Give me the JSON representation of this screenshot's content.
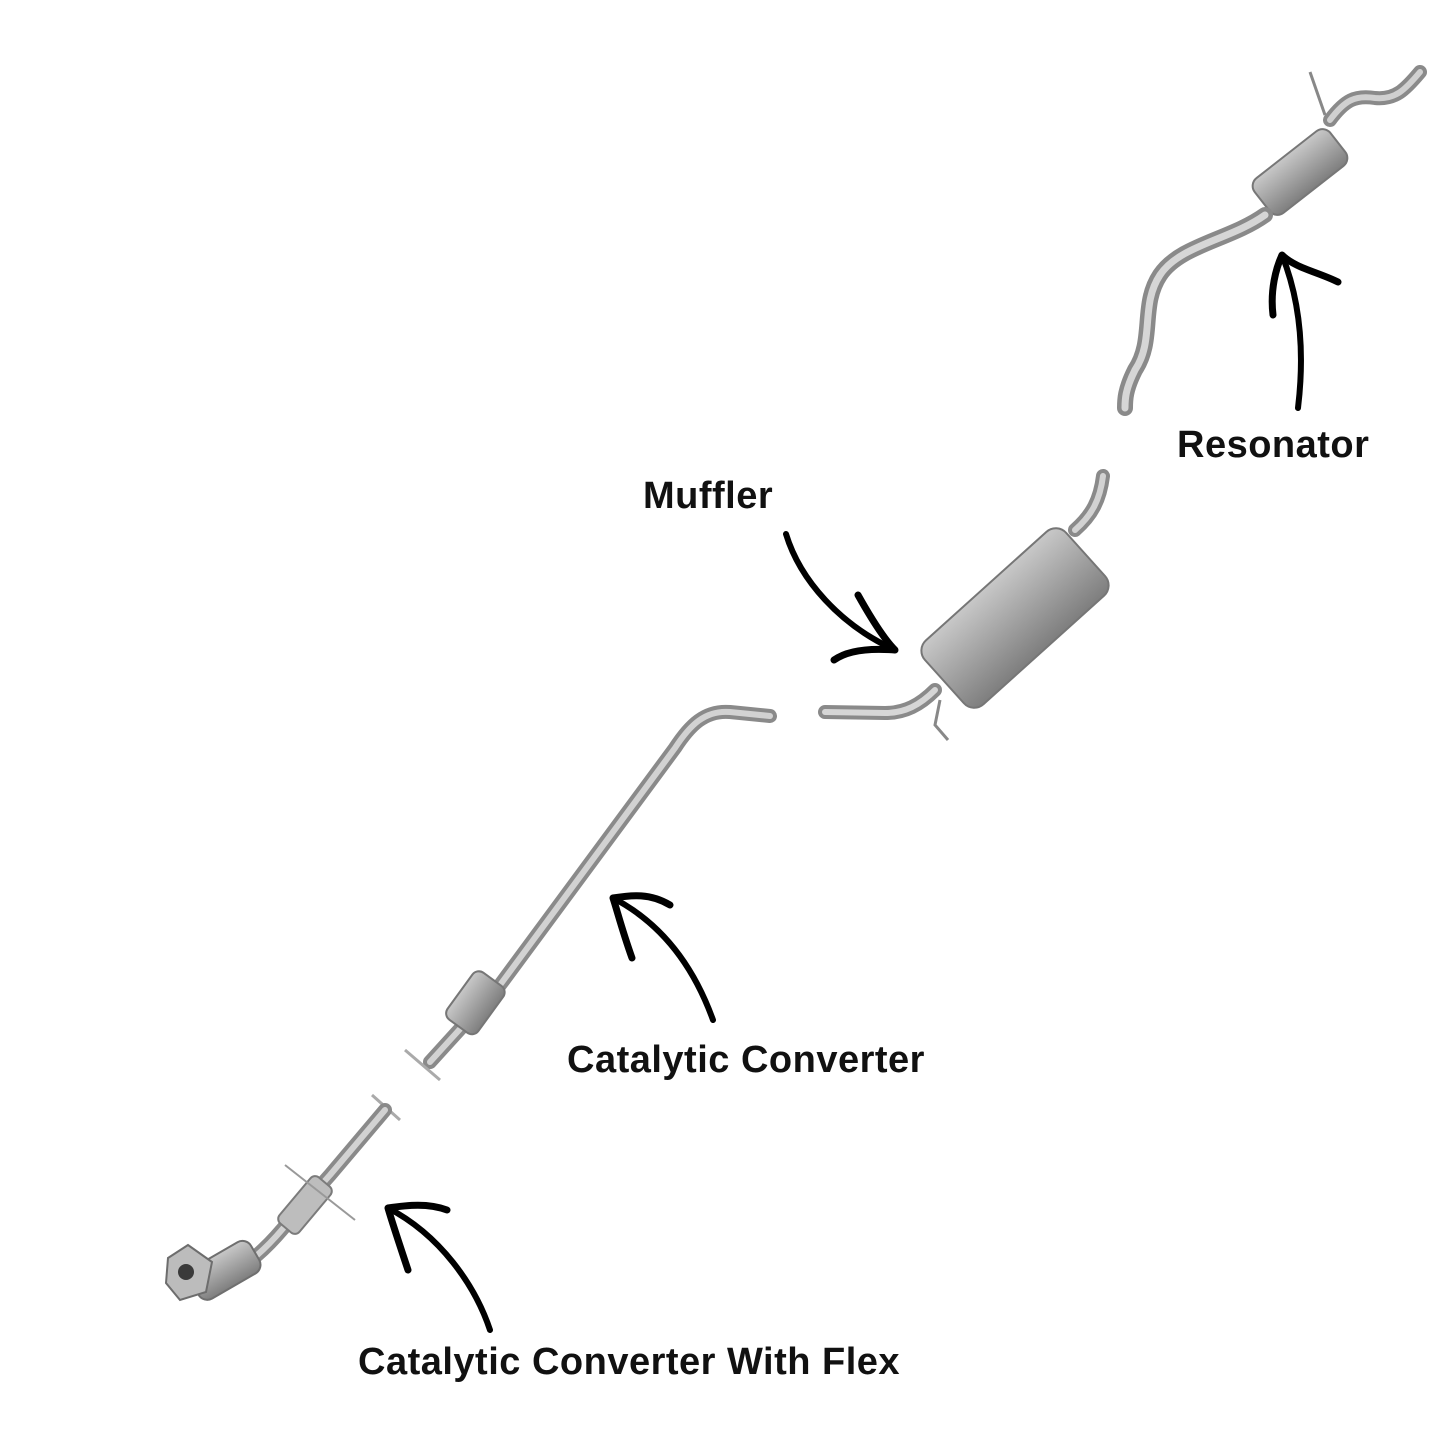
{
  "labels": {
    "resonator": "Resonator",
    "muffler": "Muffler",
    "catalytic_converter": "Catalytic Converter",
    "catalytic_converter_flex": "Catalytic Converter With Flex"
  },
  "colors": {
    "background": "#ffffff",
    "label_text": "#111111",
    "arrow": "#000000",
    "pipe_dark": "#8a8a8a",
    "pipe_light": "#cfcfcf",
    "muffler_body": "#a9a9a9"
  }
}
